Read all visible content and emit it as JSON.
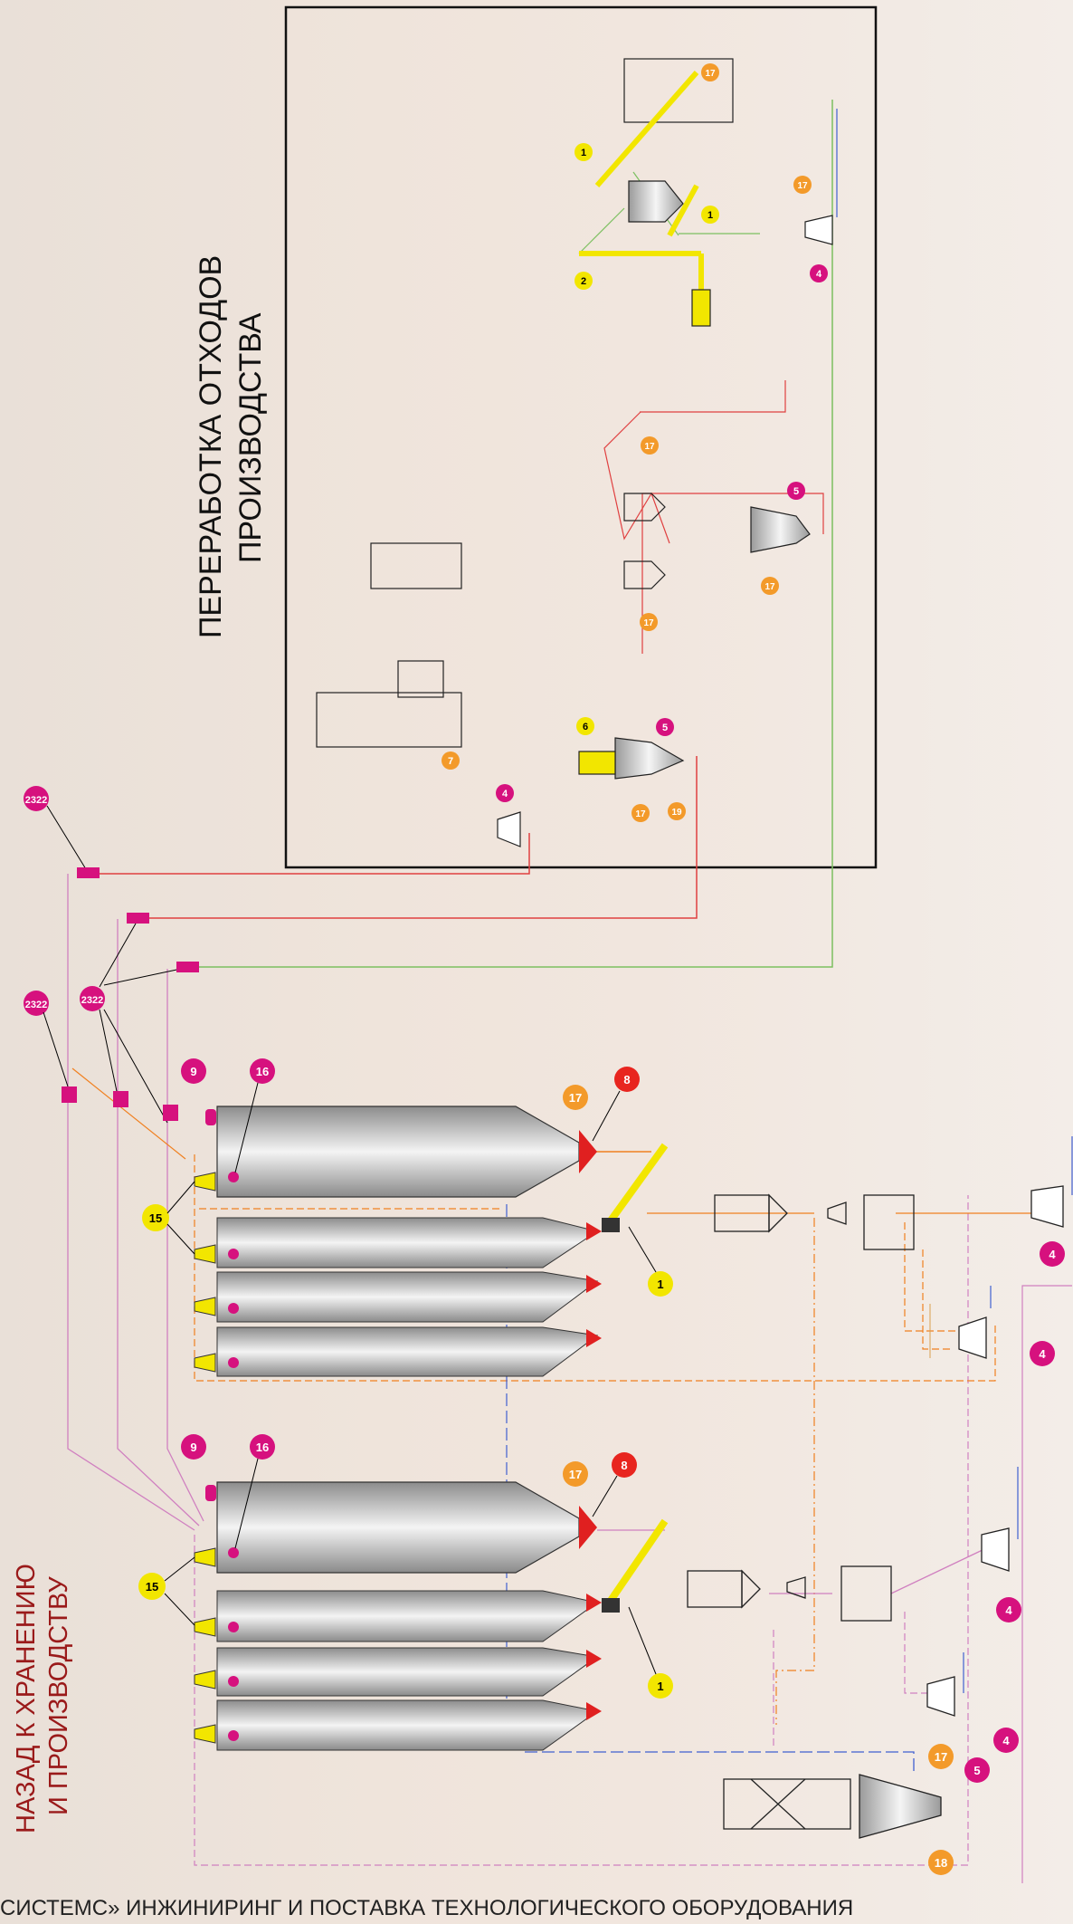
{
  "titles": {
    "waste_processing_line1": "ПЕРЕРАБОТКА ОТХОДОВ",
    "waste_processing_line2": "ПРОИЗВОДСТВА",
    "return_line1": "НАЗАД К ХРАНЕНИЮ",
    "return_line2": "И ПРОИЗВОДСТВУ"
  },
  "footer": "СИСТЕМС»  ИНЖИНИРИНГ И ПОСТАВКА ТЕХНОЛОГИЧЕСКОГО ОБОРУДОВАНИЯ",
  "colors": {
    "magenta": "#d6117e",
    "yellow": "#f2e600",
    "orange": "#f39a2a",
    "red": "#e8251f",
    "line_red": "#e04040",
    "line_green": "#7cc060",
    "line_orange": "#f08020",
    "line_pink": "#d080c0",
    "line_blue": "#3050d0"
  },
  "markers": {
    "m1a": "1",
    "m1b": "1",
    "m2": "2",
    "m17a": "17",
    "m17b": "17",
    "m4a": "4",
    "m5a": "5",
    "m17c": "17",
    "m17d": "17",
    "m17e": "17",
    "m6": "6",
    "m5b": "5",
    "m17f": "17",
    "m19": "19",
    "m7": "7",
    "m4b": "4",
    "m23_22a": "2322",
    "m23_22b": "2322",
    "m23_22c": "2322",
    "m9a": "9",
    "m16a": "16",
    "m17g": "17",
    "m8a": "8",
    "m15a": "15",
    "m1c": "1",
    "m4c": "4",
    "m4d": "4",
    "m9b": "9",
    "m16b": "16",
    "m17h": "17",
    "m8b": "8",
    "m15b": "15",
    "m1d": "1",
    "m4e": "4",
    "m4f": "4",
    "m5c": "5",
    "m17i": "17",
    "m18": "18"
  }
}
